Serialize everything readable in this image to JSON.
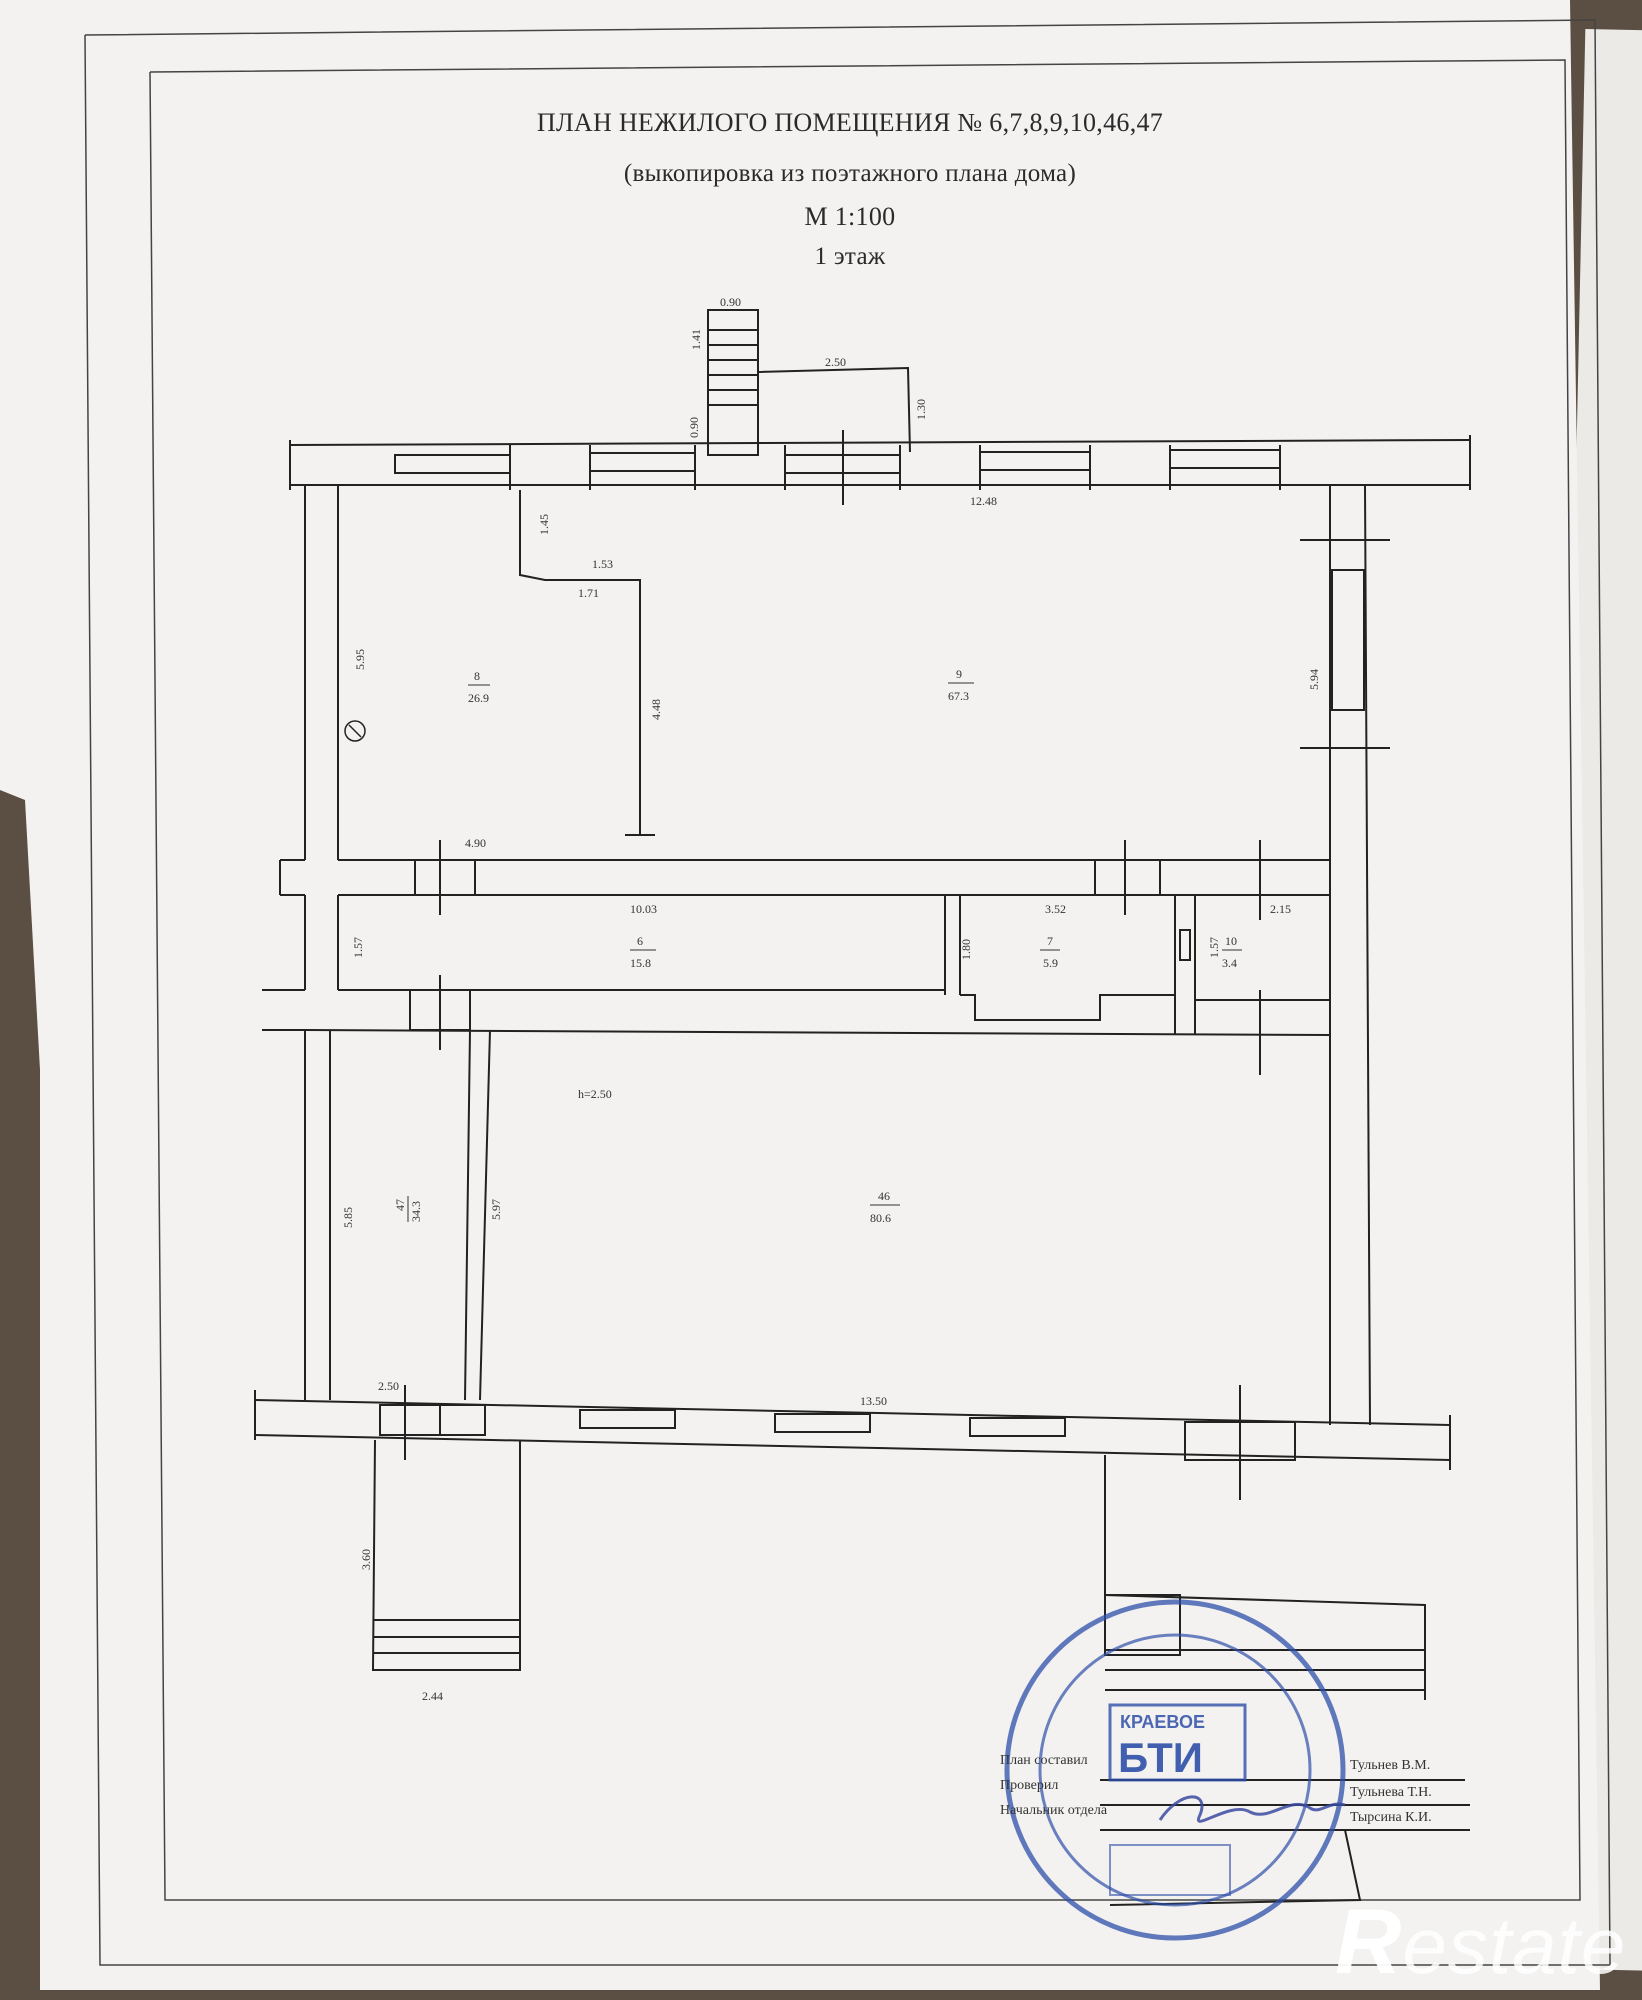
{
  "header": {
    "title": "ПЛАН НЕЖИЛОГО ПОМЕЩЕНИЯ № 6,7,8,9,10,46,47",
    "subtitle": "(выкопировка из поэтажного плана дома)",
    "scale": "М 1:100",
    "floor": "1 этаж"
  },
  "rooms": [
    {
      "number": "8",
      "area": "26.9"
    },
    {
      "number": "9",
      "area": "67.3"
    },
    {
      "number": "6",
      "area": "15.8"
    },
    {
      "number": "7",
      "area": "5.9"
    },
    {
      "number": "10",
      "area": "3.4"
    },
    {
      "number": "47",
      "area": "34.3"
    },
    {
      "number": "46",
      "area": "80.6"
    }
  ],
  "dimensions": {
    "stair_top_width": "0.90",
    "stair_top_len": "1.41",
    "stair_top_low": "0.90",
    "porch_width": "2.50",
    "porch_depth": "1.30",
    "top_wall": "12.48",
    "r8_notch_v": "1.45",
    "r8_notch_h1": "1.53",
    "r8_notch_h2": "1.71",
    "r8_height": "5.95",
    "r8_partition": "4.48",
    "r9_height": "5.94",
    "r8_width": "4.90",
    "corridor_len": "10.03",
    "r7_width": "3.52",
    "r10_width": "2.15",
    "r6_height": "1.57",
    "r7_height": "1.80",
    "r10_height": "1.57",
    "ceiling_height": "h=2.50",
    "r47_height": "5.85",
    "r47_partition": "5.97",
    "bottom_entry": "2.50",
    "bottom_wall": "13.50",
    "ramp_len": "3.60",
    "ramp_width": "2.44"
  },
  "signatures": {
    "label_made": "План составил",
    "label_checked": "Проверил",
    "label_head": "Начальник отдела",
    "name_made": "Тульнев В.М.",
    "name_checked": "Тульнева Т.Н.",
    "name_head": "Тырсина К.И."
  },
  "stamp": {
    "org_line": "КРАЕВОЕ",
    "org_abbr": "БТИ"
  },
  "watermark": {
    "initial": "R",
    "rest": "estate"
  },
  "colors": {
    "paper": "#f3f2f1",
    "ink": "#2a2a2a",
    "stamp": "#2e4fa8",
    "background": "#5b4e42"
  }
}
